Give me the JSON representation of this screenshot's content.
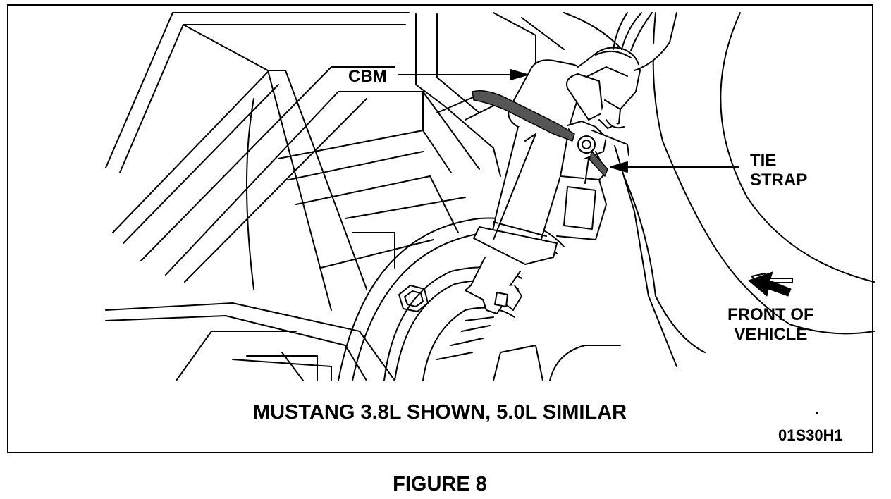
{
  "labels": {
    "cbm": "CBM",
    "tie_strap_line1": "TIE",
    "tie_strap_line2": "STRAP",
    "front_line1": "FRONT OF",
    "front_line2": "VEHICLE"
  },
  "caption": "MUSTANG 3.8L SHOWN, 5.0L SIMILAR",
  "figure_code": "01S30H1",
  "figure_title": "FIGURE 8",
  "colors": {
    "ink": "#000000",
    "paper": "#ffffff",
    "strap": "#555555"
  }
}
